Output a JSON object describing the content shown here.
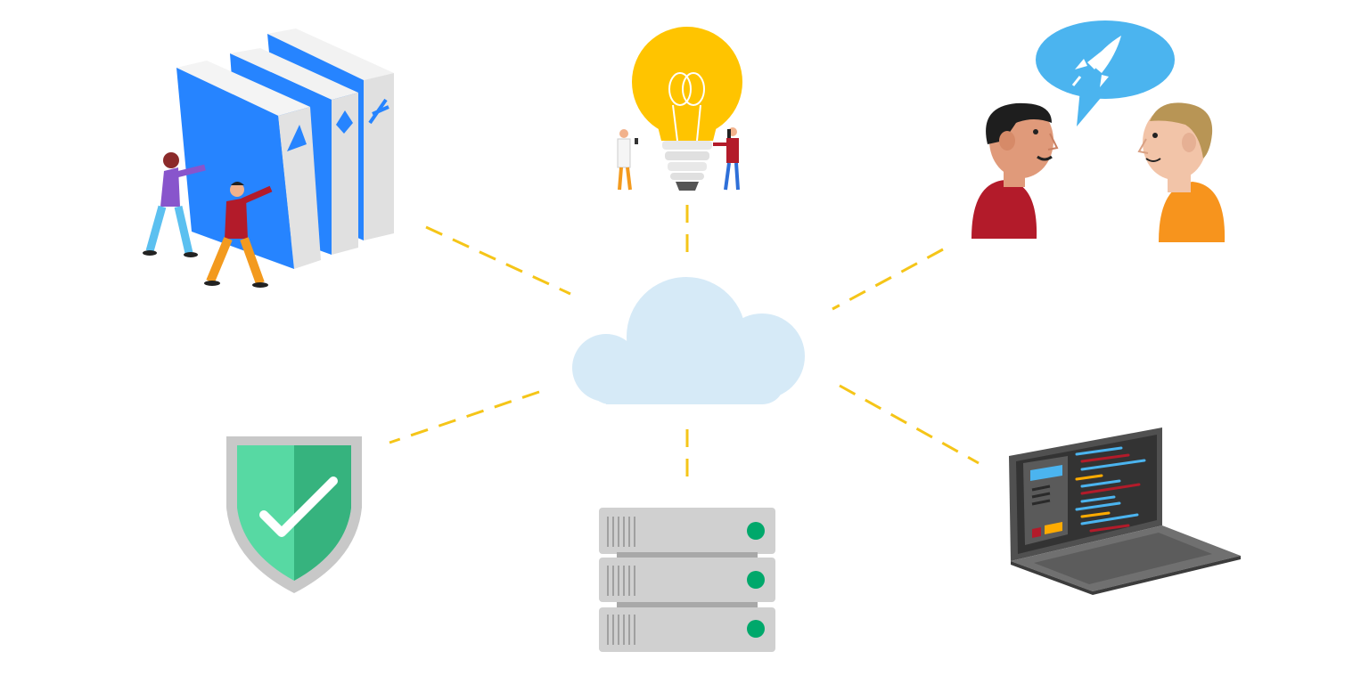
{
  "diagram": {
    "hub": {
      "icon": "cloud-icon"
    },
    "nodes": [
      {
        "id": "products",
        "icon": "atlassian-products-books-icon"
      },
      {
        "id": "ideas",
        "icon": "lightbulb-icon"
      },
      {
        "id": "collaboration",
        "icon": "people-talking-icon"
      },
      {
        "id": "security",
        "icon": "shield-check-icon"
      },
      {
        "id": "infrastructure",
        "icon": "server-rack-icon"
      },
      {
        "id": "development",
        "icon": "laptop-code-icon"
      }
    ]
  },
  "colors": {
    "connector": "#F5C518",
    "cloud": "#D6EAF7",
    "product_blue": "#2684FF",
    "bulb": "#FFC400",
    "shield": "#36B37E",
    "server": "#D0D0D0",
    "server_light": "#00A86B",
    "speech_bubble": "#4BB4EF",
    "laptop": "#505050"
  }
}
